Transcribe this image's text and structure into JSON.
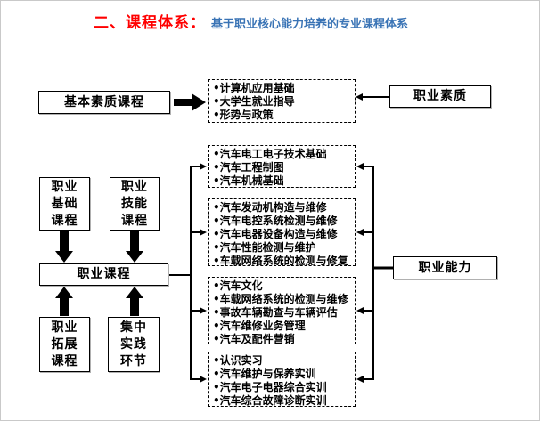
{
  "title": {
    "heading": "二、课程体系：",
    "subtitle": "基于职业核心能力培养的专业课程体系"
  },
  "colors": {
    "heading_red": "#ff0000",
    "subtitle_blue": "#3973b5",
    "line_black": "#000000"
  },
  "bullet": "•",
  "boxes": {
    "basic_quality": {
      "label": "基本素质课程"
    },
    "professional_quality": {
      "label": "职业素质"
    },
    "professional_basic": {
      "label": "职业\n基础\n课程"
    },
    "professional_skill": {
      "label": "职业\n技能\n课程"
    },
    "professional_courses": {
      "label": "职业课程"
    },
    "professional_expand": {
      "label": "职业\n拓展\n课程"
    },
    "concentrated_practice": {
      "label": "集中\n实践\n环节"
    },
    "professional_ability": {
      "label": "职业能力"
    }
  },
  "course_groups": [
    {
      "name": "basic-quality-course-list",
      "items": [
        "计算机应用基础",
        "大学生就业指导",
        "形势与政策"
      ]
    },
    {
      "name": "professional-basic-course-list",
      "items": [
        "汽车电工电子技术基础",
        "汽车工程制图",
        "汽车机械基础"
      ]
    },
    {
      "name": "professional-skill-course-list",
      "items": [
        "汽车发动机构造与维修",
        "汽车电控系统检测与维修",
        "汽车电器设备构造与维修",
        "汽车性能检测与维护",
        "车载网络系统的检测与修复"
      ]
    },
    {
      "name": "professional-expand-course-list",
      "items": [
        "汽车文化",
        "车载网络系统的检测与维修",
        "事故车辆勘查与车辆评估",
        "汽车维修业务管理",
        "汽车及配件营销"
      ]
    },
    {
      "name": "practice-course-list",
      "items": [
        "认识实习",
        "汽车维护与保养实训",
        "汽车电子电器综合实训",
        "汽车综合故障诊断实训"
      ]
    }
  ]
}
